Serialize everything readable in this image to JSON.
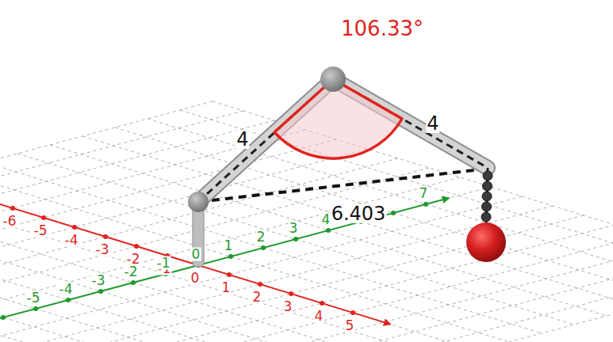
{
  "diagram": {
    "labels": [
      "106.33°",
      "4",
      "4",
      "6.403",
      "-6",
      "-5",
      "-4",
      "-3",
      "-2",
      "-1",
      "0",
      "1",
      "2",
      "3",
      "4",
      "5",
      "-5",
      "-4",
      "-3",
      "-2",
      "-1",
      "0",
      "1",
      "2",
      "3",
      "4",
      "7"
    ]
  }
}
